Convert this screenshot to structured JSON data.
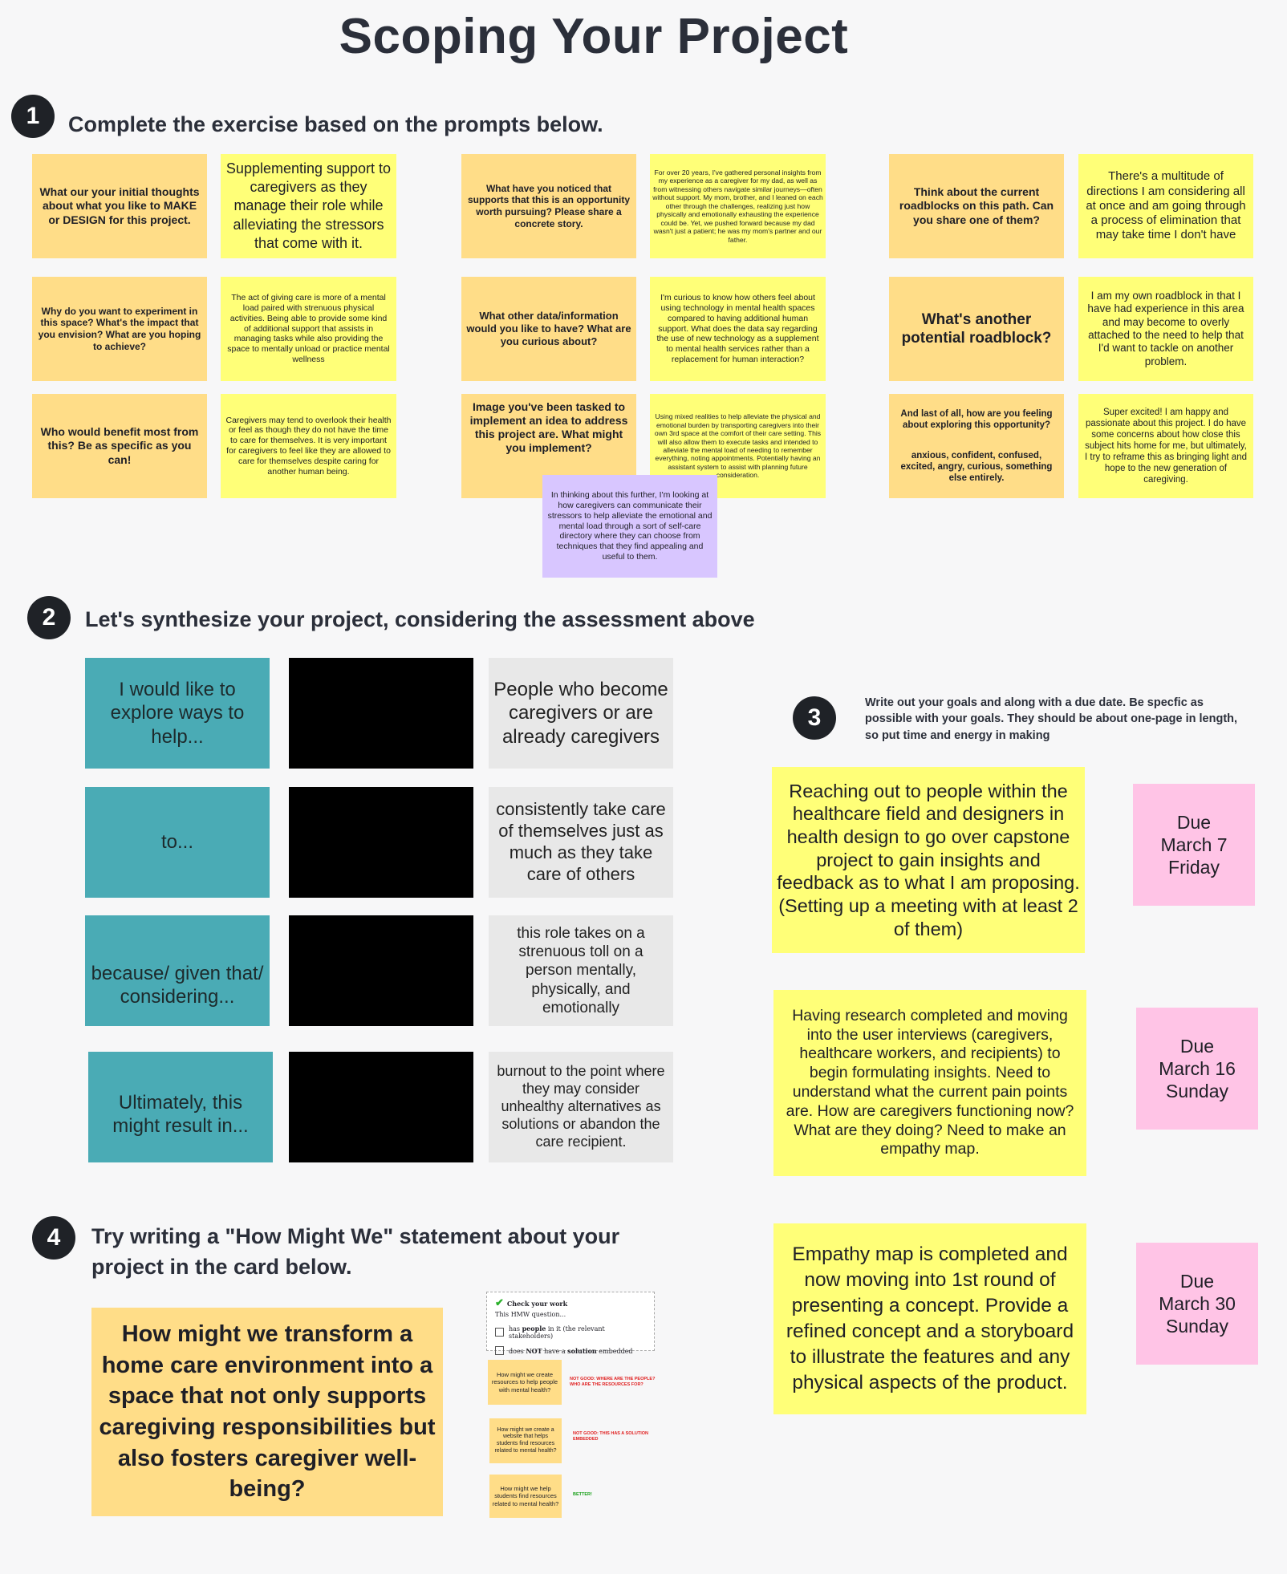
{
  "title": "Scoping Your Project",
  "section1": {
    "number": "1",
    "title": "Complete the exercise based on the prompts below.",
    "col1": [
      {
        "prompt": "What our your initial thoughts about what you like to MAKE or DESIGN for this project.",
        "answer": "Supplementing support to caregivers as they manage their role while alleviating the stressors that come with it."
      },
      {
        "prompt": "Why do you want to experiment in this space? What's the impact that you envision? What are you hoping to achieve?",
        "answer": "The act of giving care is more of a mental load paired with strenuous physical activities. Being able to provide some kind of additional support that assists in managing tasks while also providing the space to mentally unload or practice mental wellness"
      },
      {
        "prompt": "Who would benefit most from this? Be as specific as you can!",
        "answer": "Caregivers may tend to overlook their health or feel as though they do not have the time to care for themselves. It is very important for caregivers to feel like they are allowed to care for themselves despite caring for another human being."
      }
    ],
    "col2": [
      {
        "prompt": "What have you noticed that supports that this is an opportunity worth pursuing? Please share a concrete story.",
        "answer": "For over 20 years, I've gathered personal insights from my experience as a caregiver for my dad, as well as from witnessing others navigate similar journeys—often without support. My mom, brother, and I leaned on each other through the challenges, realizing just how physically and emotionally exhausting the experience could be. Yet, we pushed forward because my dad wasn't just a patient; he was my mom's partner and our father."
      },
      {
        "prompt": "What other data/information would you like to have? What are you curious about?",
        "answer": "I'm curious to know how others feel about using technology in mental health spaces compared to having additional human support. What does the data say regarding the use of new technology as a supplement to mental health services rather than a replacement for human interaction?"
      },
      {
        "prompt": "Image you've been tasked to implement an idea to address this project are. What might you implement?",
        "answer": "Using mixed realities to help alleviate the physical and emotional burden by transporting caregivers into their own 3rd space at the comfort of their care setting. This will also allow them to execute tasks and intended to alleviate the mental load of needing to remember everything, noting appointments. Potentially having an assistant system to assist with planning future consideration."
      }
    ],
    "purple_note": "In thinking about this further, I'm looking at how caregivers can communicate their stressors to help alleviate the emotional and mental load through a sort of self-care directory where they can choose from techniques that they find appealing and useful to them.",
    "col3": [
      {
        "prompt": "Think about the current roadblocks on this path. Can you share one of them?",
        "answer": "There's a multitude of directions I am considering all at once and am going through a process of elimination that may take time I don't have"
      },
      {
        "prompt": "What's another potential roadblock?",
        "answer": "I am my own roadblock in that I have had experience in this area and may become to overly attached to the need to help that I'd want to tackle on another problem."
      },
      {
        "prompt": "And last of all, how are you feeling about exploring this opportunity?",
        "prompt_extra": "anxious, confident, confused, excited, angry, curious, something else entirely.",
        "answer": "Super excited! I am happy and passionate about this project. I do have some concerns about how close this subject hits home for me, but ultimately, I try to reframe this as bringing light and hope to the new generation of caregiving."
      }
    ]
  },
  "section2": {
    "number": "2",
    "title": "Let's synthesize your project, considering the assessment above",
    "rows": [
      {
        "lead": "I would like to explore ways to help...",
        "answer": "People who become caregivers or are already caregivers"
      },
      {
        "lead": "to...",
        "answer": "consistently take care of themselves just as much as they take care of others"
      },
      {
        "lead": "because/ given that/ considering...",
        "answer": "this role takes on a strenuous toll on a person mentally, physically, and emotionally"
      },
      {
        "lead": "Ultimately, this might result in...",
        "answer": "burnout to the point where they may consider unhealthy alternatives as solutions or abandon the care recipient."
      }
    ]
  },
  "section3": {
    "number": "3",
    "title": "Write out your goals and along with a due date. Be specfic as possible with your goals. They should be about one-page in length, so put time and energy in making",
    "goals": [
      {
        "text": "Reaching out to people within the healthcare field and designers in health design to go over capstone project to gain insights and feedback as to what I am proposing. (Setting up a meeting with at least 2 of them)",
        "due_label": "Due",
        "due_date": "March 7",
        "due_day": "Friday"
      },
      {
        "text": "Having research completed and moving into the user interviews (caregivers, healthcare workers, and recipients) to begin formulating insights. Need to understand what the current pain points are. How are caregivers functioning now? What are they doing? Need to make an empathy map.",
        "due_label": "Due",
        "due_date": "March 16",
        "due_day": "Sunday"
      },
      {
        "text": "Empathy map is completed and now moving into 1st round of presenting a concept. Provide a refined concept and a storyboard to illustrate the features and any physical aspects of the product.",
        "due_label": "Due",
        "due_date": "March 30",
        "due_day": "Sunday"
      }
    ]
  },
  "section4": {
    "number": "4",
    "title": "Try writing a \"How Might We\" statement about your project in the card below.",
    "hmw": "How might we transform a home care environment into a space that not only supports caregiving responsibilities but also fosters caregiver well-being?",
    "check": {
      "heading": "Check your work",
      "sub": "This HMW question...",
      "item1_pre": "has ",
      "item1_bold": "people",
      "item1_post": " in it (the relevant stakeholders)",
      "item2_pre": "does ",
      "item2_bold": "NOT",
      "item2_mid": " have a ",
      "item2_bold2": "solution",
      "item2_post": " embedded"
    },
    "examples": [
      {
        "text": "How might we create resources to help people with mental health?",
        "verdict": "NOT GOOD: WHERE ARE THE PEOPLE? WHO ARE THE RESOURCES FOR?",
        "color": "#e02020"
      },
      {
        "text": "How might we create a website that helps students find resources related to mental health?",
        "verdict": "NOT GOOD: THIS HAS A SOLUTION EMBEDDED",
        "color": "#e02020"
      },
      {
        "text": "How might we help students find resources related to mental health?",
        "verdict": "BETTER!",
        "color": "#18a018"
      }
    ]
  }
}
